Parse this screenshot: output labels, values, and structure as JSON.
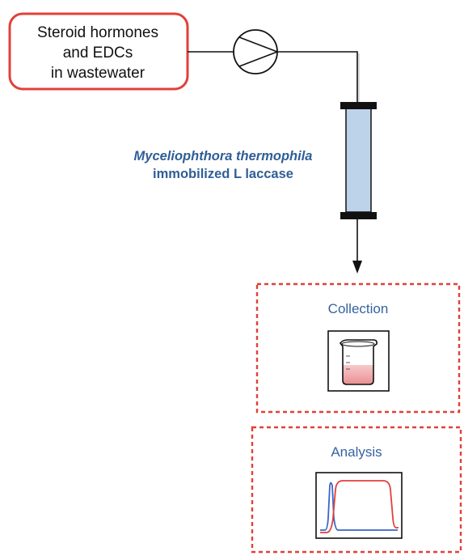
{
  "source": {
    "lines": [
      "Steroid hormones",
      "and EDCs",
      "in wastewater"
    ]
  },
  "reactor": {
    "organism": "Myceliophthora thermophila",
    "enzyme": "immobilized L laccase"
  },
  "collection": {
    "title": "Collection"
  },
  "analysis": {
    "title": "Analysis"
  },
  "icons": {
    "pump": "pump-icon",
    "column": "packed-column-icon",
    "beaker": "beaker-icon",
    "chromatogram": "chromatogram-icon"
  },
  "colors": {
    "source_border": "#e0413a",
    "dashed_border": "#e0413a",
    "column_fill": "#bcd3ea",
    "label_blue": "#2f5e96",
    "trace_blue": "#3a64c8",
    "trace_red": "#e0413a",
    "beaker_liquid": "#f2a8aa"
  }
}
